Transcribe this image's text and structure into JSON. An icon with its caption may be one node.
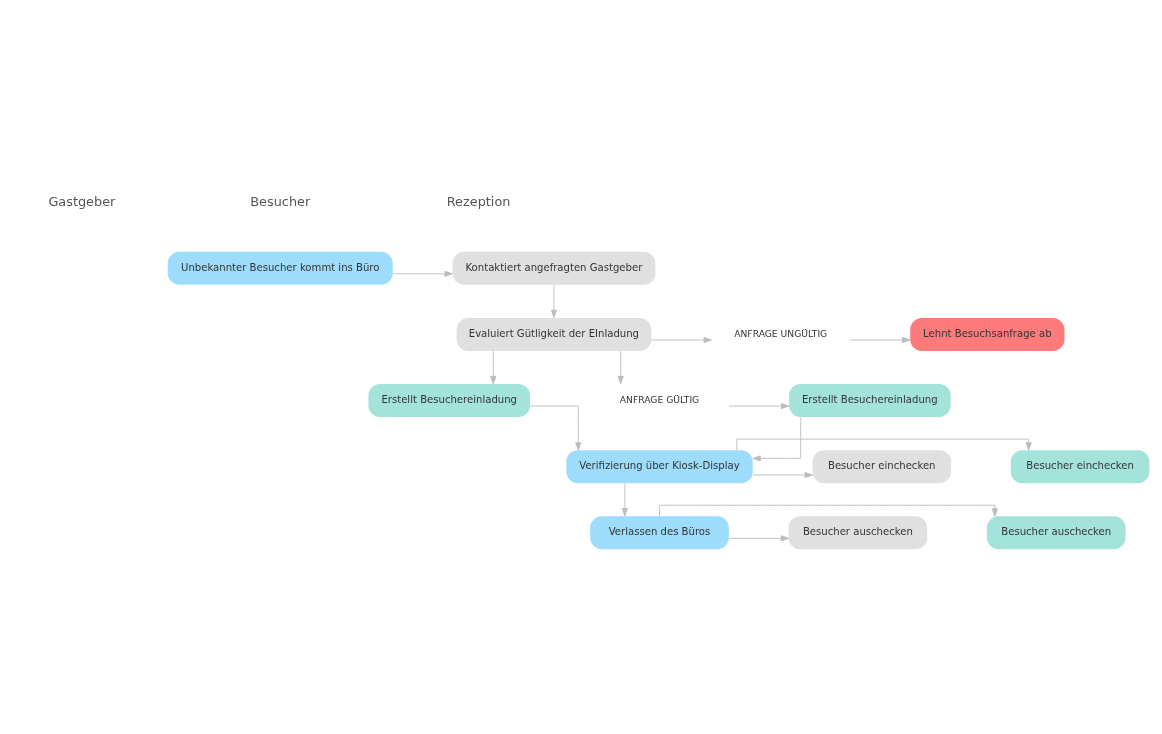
{
  "diagram": {
    "nodes": [
      {
        "text": [
          "Unbekannter Besucher kommt ins Büro"
        ]
      },
      {
        "text": [
          "Kontaktiert angefragten Gastgeber"
        ]
      },
      {
        "text": [
          "Evaluiert Gütligkeit der EInladung"
        ]
      },
      {
        "text": [
          "ANFRAGE UNGÜLTIG"
        ]
      },
      {
        "text": [
          "Lehnt Besuchsanfrage ab"
        ]
      },
      {
        "text": [
          "Erstellt Besuchereinladung"
        ]
      },
      {
        "text": [
          "ANFRAGE GÜLTIG"
        ]
      },
      {
        "text": [
          "Erstellt Besuchereinladung"
        ]
      },
      {
        "text": [
          "Verifizierung über Kiosk-Display"
        ]
      },
      {
        "text": [
          "Besucher einchecken"
        ]
      },
      {
        "text": [
          "Besucher einchecken"
        ]
      },
      {
        "text": [
          "Verlassen des Büros"
        ]
      },
      {
        "text": [
          "Besucher auschecken"
        ]
      },
      {
        "text": [
          "Besucher auschecken"
        ]
      }
    ],
    "edges": [
      {
        "from": 0,
        "to": 1,
        "arrow": "to"
      },
      {
        "from": 1,
        "to": 2,
        "arrow": "to"
      },
      {
        "from": 2,
        "to": 3,
        "arrow": "to"
      },
      {
        "from": 3,
        "to": 4,
        "arrow": "to"
      },
      {
        "from": 2,
        "to": 5,
        "arrow": "to"
      },
      {
        "from": 2,
        "to": 6,
        "arrow": "to"
      },
      {
        "from": 6,
        "to": 7,
        "arrow": "to"
      },
      {
        "from": 5,
        "to": 8,
        "arrow": "to"
      },
      {
        "from": 7,
        "to": 8,
        "arrow": "to"
      },
      {
        "from": 8,
        "to": 9,
        "arrow": "to"
      },
      {
        "from": 8,
        "to": 10,
        "arrow": "to"
      },
      {
        "from": 8,
        "to": 11,
        "arrow": "to"
      },
      {
        "from": 11,
        "to": 12,
        "arrow": "to"
      },
      {
        "from": 11,
        "to": 13,
        "arrow": "to"
      }
    ],
    "labels": [
      "Gastgeber",
      "Besucher",
      "Rezeption"
    ]
  }
}
